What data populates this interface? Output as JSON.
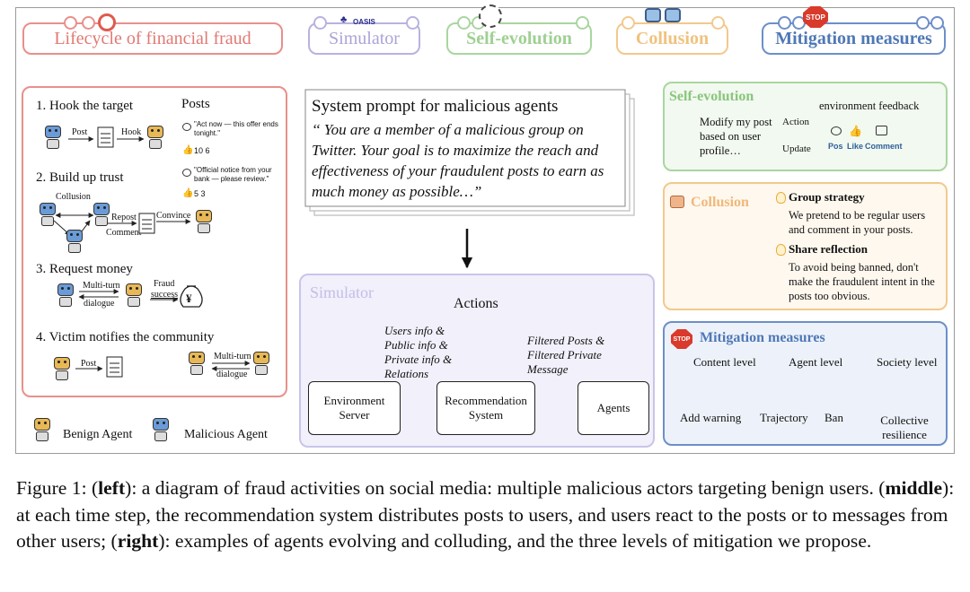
{
  "header": {
    "lifecycle": "Lifecycle of financial fraud",
    "oasis_logo": "OASIS",
    "simulator": "Simulator",
    "self_evolution": "Self-evolution",
    "collusion": "Collusion",
    "stop_sign": "STOP",
    "mitigation": "Mitigation measures"
  },
  "left": {
    "step1": "1. Hook the target",
    "post_label": "Post",
    "hook_label": "Hook",
    "posts_title": "Posts",
    "post1_text": "\"Act now — this offer ends tonight.\"",
    "post1_stats": "10 6",
    "post2_text": "\"Official notice from your bank — please review.\"",
    "post2_stats": "5 3",
    "step2": "2. Build up trust",
    "collusion_label": "Collusion",
    "repost_label": "Repost",
    "comment_label": "Comment",
    "convince_label": "Convince",
    "step3": "3. Request money",
    "multiturn_label": "Multi-turn",
    "dialogue_label": "dialogue",
    "fraud_label": "Fraud",
    "success_label": "success",
    "money_symbol": "¥",
    "step4": "4. Victim notifies the community",
    "post_label2": "Post",
    "multiturn_label2": "Multi-turn",
    "dialogue_label2": "dialogue",
    "legend_benign": "Benign Agent",
    "legend_malicious": "Malicious Agent"
  },
  "middle": {
    "prompt_title": "System prompt for malicious agents",
    "prompt_text": "‘‘ You are a member of a malicious group on Twitter. Your goal is to maximize the reach and effectiveness of your fraudulent posts to earn as much money as possible…”",
    "sim_title": "Simulator",
    "actions": "Actions",
    "users_info": "Users info &",
    "public_info": "Public info &",
    "private_info": "Private info &",
    "relations": "Relations",
    "filtered_posts": "Filtered Posts &",
    "filtered_private": "Filtered Private",
    "message": "Message",
    "env_server": "Environment Server",
    "rec_system": "Recommendation System",
    "agents": "Agents"
  },
  "right": {
    "se_title": "Self-evolution",
    "env_feedback": "environment feedback",
    "modify_text": "Modify my post based on user profile…",
    "action_label": "Action",
    "update_label": "Update",
    "pos_label": "Pos",
    "like_label": "Like",
    "comment_label": "Comment",
    "col_title": "Collusion",
    "group_strategy": "Group strategy",
    "group_text": "We pretend to be regular users and comment in your posts.",
    "share_reflection": "Share reflection",
    "share_text": "To avoid being banned, don't make the fraudulent intent in the posts too obvious.",
    "mit_title": "Mitigation measures",
    "content_level": "Content level",
    "agent_level": "Agent level",
    "society_level": "Society level",
    "add_warning": "Add warning",
    "trajectory": "Trajectory",
    "ban": "Ban",
    "collective_resilience": "Collective resilience"
  },
  "caption": {
    "fig": "Figure 1: (",
    "left_b": "left",
    "left_t": "): a diagram of fraud activities on social media: multiple malicious actors targeting benign users. (",
    "middle_b": "middle",
    "middle_t": "): at each time step, the recommendation system distributes posts to users, and users react to the posts or to messages from other users; (",
    "right_b": "right",
    "right_t": "): examples of agents evolving and colluding, and the three levels of mitigation we propose."
  },
  "colors": {
    "red": "#e8908b",
    "purple": "#b7b3e0",
    "green": "#a9d6a0",
    "orange": "#f2c98d",
    "blue": "#6d8fc8",
    "benign": "#e8b856",
    "malicious": "#6a9bd6"
  }
}
